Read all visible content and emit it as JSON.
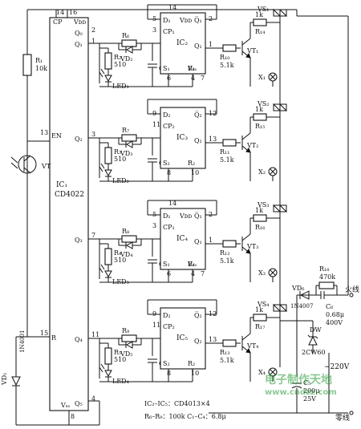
{
  "ic1": {
    "name": "IC₁",
    "part": "CD4022",
    "pins": {
      "cp": "CP",
      "vdd": "Vᴅᴅ",
      "en": "EN",
      "r": "R",
      "vss": "Vₛₛ",
      "q0": "Q₀",
      "q1": "Q₁",
      "q2": "Q₂",
      "q3": "Q₃",
      "q4": "Q₄",
      "q5": "Q₅"
    },
    "pin_numbers": {
      "cp": "14",
      "vdd": "16",
      "en": "13",
      "r": "15",
      "vss": "8",
      "q0": "2",
      "q1": "1",
      "q2": "3",
      "q3": "7",
      "q4": "11",
      "q5": "4"
    }
  },
  "left": {
    "r1": "R₁",
    "r1_value": "10k",
    "vt": "VT",
    "vd1": "VD₁",
    "vd1_part": "1N4001"
  },
  "stages": [
    {
      "r_in": "R₆",
      "r_bias": "R₂",
      "r_bias_value": "510",
      "vd": "VD₂",
      "led": "LED₁",
      "cap": "C₁",
      "ic": "IC₂",
      "r_base": "R₁₀",
      "r_base_value": "5.1k",
      "vt": "VT₁",
      "r_gate": "R₁₄",
      "r_gate_value": "1k",
      "vs": "VS₁",
      "load": "X₁",
      "pins": [
        "D₁",
        "CP₁",
        "S₁",
        "R₁",
        "Q₁",
        "Q̅₁"
      ],
      "nums": [
        "5",
        "3",
        "6",
        "4",
        "1",
        "2"
      ],
      "vdd": "14",
      "vss": "7"
    },
    {
      "r_in": "R₇",
      "r_bias": "R₃",
      "r_bias_value": "510",
      "vd": "VD₃",
      "led": "LED₂",
      "cap": "C₂",
      "ic": "IC₃",
      "r_base": "R₁₁",
      "r_base_value": "5.1k",
      "vt": "VT₂",
      "r_gate": "R₁₅",
      "r_gate_value": "1k",
      "vs": "VS₂",
      "load": "X₂",
      "pins": [
        "D₂",
        "CP₂",
        "S₂",
        "R₂",
        "Q₂",
        "Q̅₂"
      ],
      "nums": [
        "9",
        "11",
        "8",
        "10",
        "13",
        "12"
      ],
      "vdd": "",
      "vss": ""
    },
    {
      "r_in": "R₈",
      "r_bias": "R₄",
      "r_bias_value": "510",
      "vd": "VD₄",
      "led": "LED₃",
      "cap": "C₃",
      "ic": "IC₄",
      "r_base": "R₁₂",
      "r_base_value": "5.1k",
      "vt": "VT₃",
      "r_gate": "R₁₆",
      "r_gate_value": "1k",
      "vs": "VS₃",
      "load": "X₃",
      "pins": [
        "D₁",
        "CP₁",
        "S₁",
        "R₁",
        "Q₁",
        "Q̅₁"
      ],
      "nums": [
        "5",
        "3",
        "6",
        "4",
        "1",
        "2"
      ],
      "vdd": "14",
      "vss": "7"
    },
    {
      "r_in": "R₉",
      "r_bias": "R₅",
      "r_bias_value": "510",
      "vd": "VD₅",
      "led": "LED₄",
      "cap": "C₄",
      "ic": "IC₅",
      "r_base": "R₁₃",
      "r_base_value": "5.1k",
      "vt": "VT₄",
      "r_gate": "R₁₇",
      "r_gate_value": "1k",
      "vs": "VS₄",
      "load": "X₄",
      "pins": [
        "D₂",
        "CP₂",
        "S₂",
        "R₂",
        "Q₂",
        "Q̅₂"
      ],
      "nums": [
        "9",
        "11",
        "8",
        "10",
        "13",
        "12"
      ],
      "vdd": "",
      "vss": ""
    }
  ],
  "flipflop_vdd": "Vᴅᴅ",
  "flipflop_vss": "Vₛₛ",
  "supply": {
    "r18": "R₁₈",
    "r18_value": "470k",
    "vd6": "VD₆",
    "vd6_part": "1N4007",
    "c6": "C₆",
    "c6_value": "0.68μ",
    "c6_voltage": "400V",
    "dw": "DW",
    "dw_part": "2CW60",
    "c5": "C₅",
    "c5_value": "200μ",
    "c5_voltage": "25V",
    "live": "火线",
    "neutral": "零线",
    "mains": "~220V"
  },
  "notes": {
    "ic_note": "IC₂–IC₅：CD4013×4",
    "value_note": "R₆–R₉：100k   C₁–C₄：6.8μ"
  },
  "watermark": {
    "title": "电子制作天地",
    "url": "www.cndzz.com"
  }
}
